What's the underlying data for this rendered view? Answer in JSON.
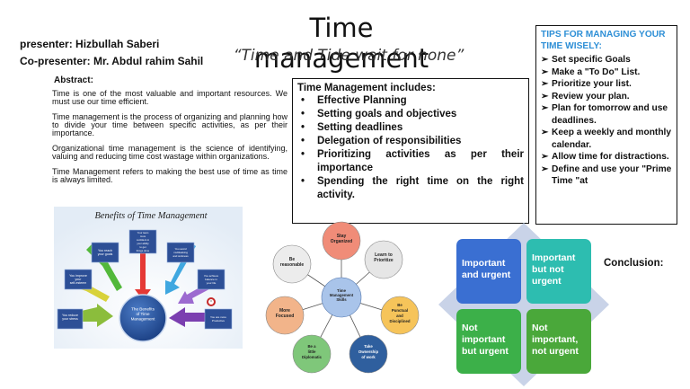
{
  "header": {
    "title": "Time management",
    "subtitle": "“Time and Tide wait for none”",
    "presenter": "presenter: Hizbullah Saberi",
    "copresenter": "Co-presenter: Mr. Abdul rahim Sahil"
  },
  "abstract": {
    "heading": "Abstract:",
    "paragraphs": [
      "Time is one of the most valuable and important resources. We must use our time efficient.",
      "Time management is the process of organizing and planning how to divide your time between specific activities, as per their importance.",
      "Organizational time management is the science of identifying, valuing and reducing time cost wastage within organizations.",
      "Time Management refers to making the best use of time as time is always limited."
    ]
  },
  "includes": {
    "heading": "Time Management includes:",
    "items": [
      "Effective Planning",
      "Setting goals and objectives",
      "Setting deadlines",
      "Delegation of responsibilities",
      "Prioritizing activities as per their importance",
      "Spending the right time on the right activity."
    ]
  },
  "tips": {
    "heading": "TIPS FOR MANAGING YOUR TIME WISELY:",
    "arrow": "➢",
    "items": [
      "Set specific Goals",
      "Make a \"To Do\" List.",
      "Prioritize your list.",
      "Review your plan.",
      "Plan for tomorrow and use deadlines.",
      "Keep a weekly and monthly calendar.",
      "Allow time for distractions.",
      "Define and use your \"Prime Time \"at"
    ],
    "heading_color": "#2e8fd6"
  },
  "benefits": {
    "title": "Benefits of Time Management",
    "center": "The Benefits of Time Management",
    "boxes": [
      "You reduce your stress",
      "You improve your self-esteem",
      "You reach your goals",
      "Your team more confident in your ability to get things done",
      "You avoid multitasking and sickness",
      "You achieve balance in your life",
      "You are more Productive"
    ]
  },
  "skills": {
    "center": "Time Management Skills",
    "nodes": [
      "Stay Organized",
      "Learn to Prioritize",
      "Be Punctual and Disciplined",
      "Take Ownership of work",
      "Be a little Diplomatic",
      "More Focused",
      "Be reasonable"
    ]
  },
  "matrix": {
    "cells": [
      "Important and urgent",
      "Important but not urgent",
      "Not important but urgent",
      "Not important, not urgent"
    ],
    "colors": [
      "#3a6fd2",
      "#2dbdb0",
      "#3cb049",
      "#4aa83a"
    ]
  },
  "conclusion": "Conclusion:"
}
